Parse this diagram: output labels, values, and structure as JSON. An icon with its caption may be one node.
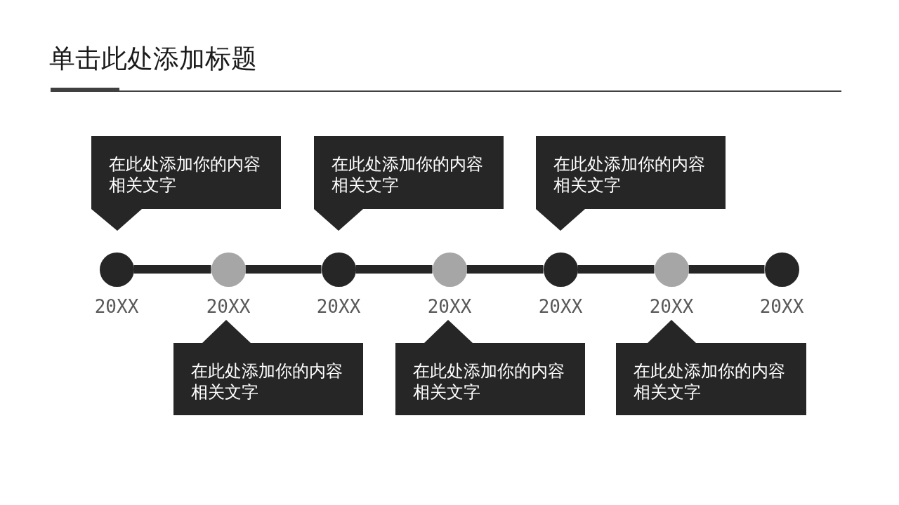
{
  "diagram": {
    "title": "单击此处添加标题",
    "nodes": [
      {
        "text": [
          "在此处添加你的内容相关文字"
        ]
      },
      {
        "text": [
          "在此处添加你的内容相关文字"
        ]
      },
      {
        "text": [
          "在此处添加你的内容相关文字"
        ]
      },
      {
        "text": [],
        "shape": "circle",
        "beside": [
          "20XX"
        ]
      },
      {
        "text": [],
        "shape": "circle",
        "beside": [
          "20XX"
        ]
      },
      {
        "text": [],
        "shape": "circle",
        "beside": [
          "20XX"
        ]
      },
      {
        "text": [],
        "shape": "circle",
        "beside": [
          "20XX"
        ]
      },
      {
        "text": [],
        "shape": "circle",
        "beside": [
          "20XX"
        ]
      },
      {
        "text": [],
        "shape": "circle",
        "beside": [
          "20XX"
        ]
      },
      {
        "text": [],
        "shape": "circle",
        "beside": [
          "20XX"
        ]
      },
      {
        "text": [
          "在此处添加你的内容相关文字"
        ]
      },
      {
        "text": [
          "在此处添加你的内容相关文字"
        ]
      },
      {
        "text": [
          "在此处添加你的内容相关文字"
        ]
      }
    ],
    "edges": [
      {
        "from": 3,
        "to": 4,
        "arrow": "none"
      },
      {
        "from": 4,
        "to": 5,
        "arrow": "none"
      },
      {
        "from": 5,
        "to": 6,
        "arrow": "none"
      },
      {
        "from": 6,
        "to": 7,
        "arrow": "none"
      },
      {
        "from": 7,
        "to": 8,
        "arrow": "none"
      },
      {
        "from": 8,
        "to": 9,
        "arrow": "none"
      }
    ]
  }
}
